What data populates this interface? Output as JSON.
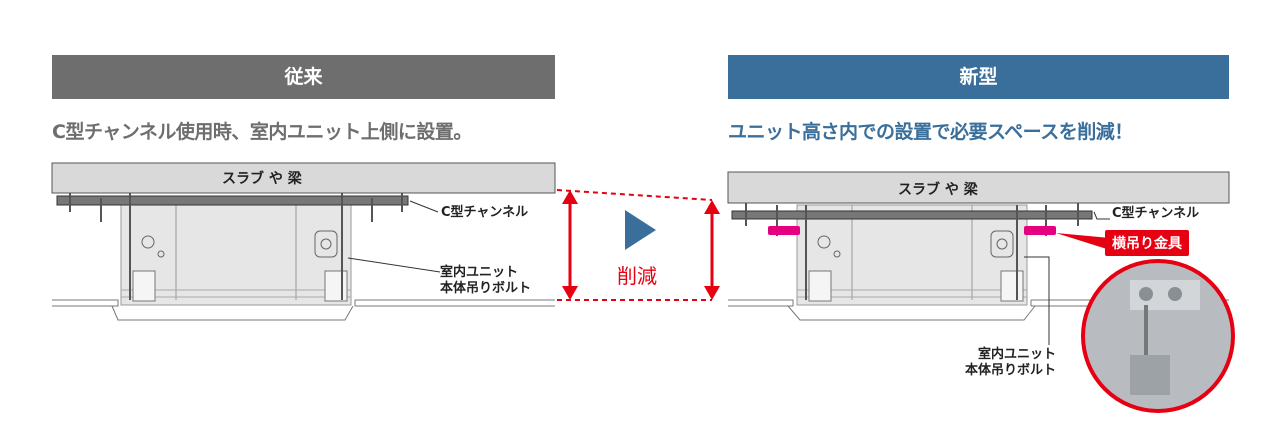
{
  "colors": {
    "old": "#6e6e6e",
    "new": "#3a6f9b",
    "accent": "#e60012",
    "bracket": "#e4007f"
  },
  "old": {
    "title": "従来",
    "subtitle": "C型チャンネル使用時、室内ユニット上側に設置。",
    "slab": "スラブ や 梁",
    "channel": "C型チャンネル",
    "bolt_line1": "室内ユニット",
    "bolt_line2": "本体吊りボルト"
  },
  "middle": {
    "reduction": "削減"
  },
  "new": {
    "title": "新型",
    "subtitle": "ユニット高さ内での設置で必要スペースを削減！",
    "slab": "スラブ や 梁",
    "channel": "C型チャンネル",
    "bracket": "横吊り金具",
    "bolt_line1": "室内ユニット",
    "bolt_line2": "本体吊りボルト"
  }
}
